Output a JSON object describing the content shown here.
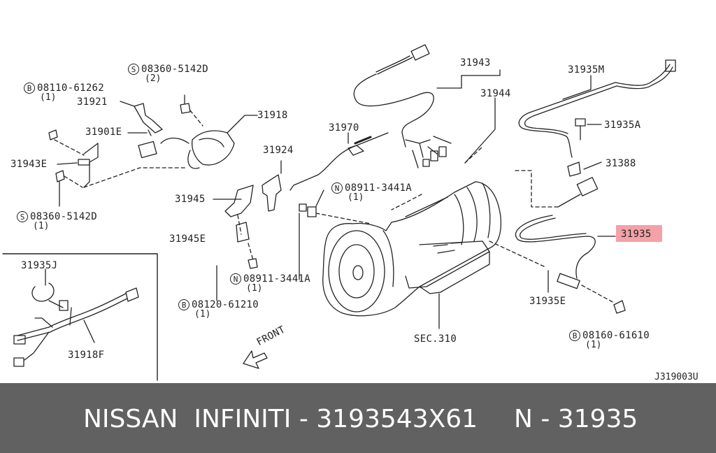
{
  "diagram": {
    "labels": {
      "p31943": "31943",
      "p31944": "31944",
      "p31935M": "31935M",
      "p31935A": "31935A",
      "p31388": "31388",
      "p31935": "31935",
      "p31935E": "31935E",
      "p31918": "31918",
      "p31970": "31970",
      "p31924": "31924",
      "p31945": "31945",
      "p31945E": "31945E",
      "p31921": "31921",
      "p31901E": "31901E",
      "p31943E": "31943E",
      "p31935J": "31935J",
      "p31918F": "31918F",
      "sec310": "SEC.310",
      "front": "FRONT"
    },
    "fasteners": {
      "b08110": {
        "prefix": "B",
        "code": "08110-61262",
        "qty": "(1)"
      },
      "s08360a": {
        "prefix": "S",
        "code": "08360-5142D",
        "qty": "(2)"
      },
      "s08360b": {
        "prefix": "S",
        "code": "08360-5142D",
        "qty": "(1)"
      },
      "n08911a": {
        "prefix": "N",
        "code": "08911-3441A",
        "qty": "(1)"
      },
      "n08911b": {
        "prefix": "N",
        "code": "08911-3441A",
        "qty": "(1)"
      },
      "b08120": {
        "prefix": "B",
        "code": "08120-61210",
        "qty": "(1)"
      },
      "b08160": {
        "prefix": "B",
        "code": "08160-61610",
        "qty": "(1)"
      }
    },
    "ref_code": "J319003U",
    "highlight_color": "#f4a1a7"
  },
  "footer": {
    "brand": "NISSAN  INFINITI - 3193543X61",
    "part": "N - 31935",
    "bg_color": "#616161"
  }
}
